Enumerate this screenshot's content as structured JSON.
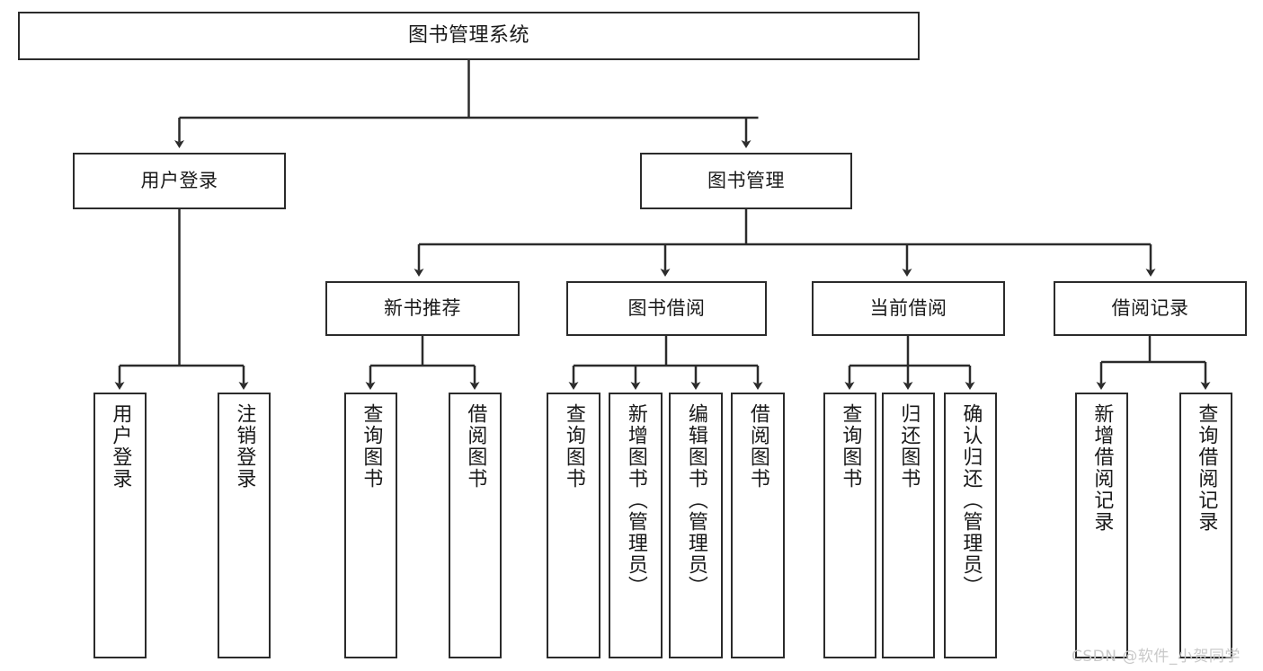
{
  "diagram": {
    "type": "tree-hierarchy",
    "title": "图书管理系统",
    "watermark": "CSDN @软件_小贺同学",
    "colors": {
      "box_border": "#2b2b2b",
      "box_fill": "#ffffff",
      "text": "#1a1a1a",
      "connector": "#2b2b2b",
      "watermark": "#c9c9c9"
    },
    "nodes": {
      "root": {
        "label": "图书管理系统"
      },
      "level2": [
        {
          "label": "用户登录"
        },
        {
          "label": "图书管理"
        }
      ],
      "level3": [
        {
          "label": "新书推荐"
        },
        {
          "label": "图书借阅"
        },
        {
          "label": "当前借阅"
        },
        {
          "label": "借阅记录"
        }
      ],
      "leaves_user_login": [
        {
          "label": "用户登录"
        },
        {
          "label": "注销登录"
        }
      ],
      "leaves_new_book": [
        {
          "label": "查询图书"
        },
        {
          "label": "借阅图书"
        }
      ],
      "leaves_book_borrow": [
        {
          "label": "查询图书"
        },
        {
          "label": "新增图书（管理员）"
        },
        {
          "label": "编辑图书（管理员）"
        },
        {
          "label": "借阅图书"
        }
      ],
      "leaves_current_borrow": [
        {
          "label": "查询图书"
        },
        {
          "label": "归还图书"
        },
        {
          "label": "确认归还（管理员）"
        }
      ],
      "leaves_borrow_record": [
        {
          "label": "新增借阅记录"
        },
        {
          "label": "查询借阅记录"
        }
      ]
    }
  }
}
